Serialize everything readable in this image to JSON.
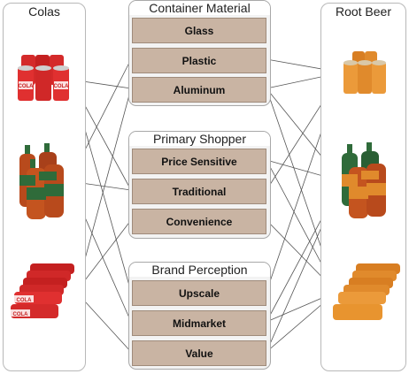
{
  "left_panel": {
    "title": "Colas"
  },
  "right_panel": {
    "title": "Root Beer"
  },
  "groups": [
    {
      "title": "Container Material",
      "items": [
        "Glass",
        "Plastic",
        "Aluminum"
      ]
    },
    {
      "title": "Primary Shopper",
      "items": [
        "Price Sensitive",
        "Traditional",
        "Convenience"
      ]
    },
    {
      "title": "Brand Perception",
      "items": [
        "Upscale",
        "Midmarket",
        "Value"
      ]
    }
  ],
  "cola_products": [
    {
      "kind": "can-6pack",
      "label": "COLA"
    },
    {
      "kind": "bottle-pack",
      "label": ""
    },
    {
      "kind": "can-12pack",
      "label": "COLA"
    }
  ],
  "rootbeer_products": [
    {
      "kind": "can-6pack"
    },
    {
      "kind": "bottle-pack"
    },
    {
      "kind": "can-12pack"
    }
  ],
  "links": [
    [
      "L0",
      "Aluminum"
    ],
    [
      "L0",
      "Traditional"
    ],
    [
      "L0",
      "Upscale"
    ],
    [
      "L1",
      "Plastic"
    ],
    [
      "L1",
      "Traditional"
    ],
    [
      "L1",
      "Midmarket"
    ],
    [
      "L2",
      "Aluminum"
    ],
    [
      "L2",
      "Convenience"
    ],
    [
      "L2",
      "Value"
    ],
    [
      "R0",
      "Aluminum"
    ],
    [
      "R0",
      "Traditional"
    ],
    [
      "R0",
      "Upscale"
    ],
    [
      "R0",
      "Plastic"
    ],
    [
      "R1",
      "Aluminum"
    ],
    [
      "R1",
      "Price Sensitive"
    ],
    [
      "R1",
      "Value"
    ],
    [
      "R1",
      "Midmarket"
    ],
    [
      "R2",
      "Aluminum"
    ],
    [
      "R2",
      "Convenience"
    ],
    [
      "R2",
      "Midmarket"
    ],
    [
      "R2",
      "Value"
    ],
    [
      "R2",
      "Price Sensitive"
    ]
  ],
  "colors": {
    "cola_red": "#d42a2a",
    "rootbeer_orange": "#e08a2c",
    "bottle_green": "#2f6b3a",
    "attr_fill": "#c9b4a3"
  }
}
